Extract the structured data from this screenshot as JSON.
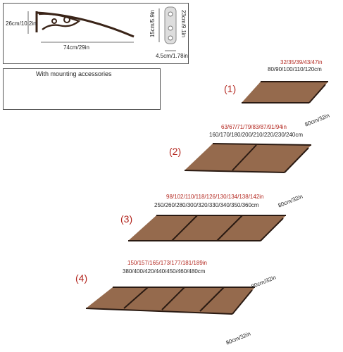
{
  "spec": {
    "height_label": "26cm/10.2in",
    "length_label": "74cm/29in",
    "plate_height_label": "15cm/5.9in",
    "plate_total_label": "23cm/9.1in",
    "plate_width_label": "4.5cm/1.78in"
  },
  "accessories": {
    "title": "With mounting accessories"
  },
  "variants": [
    {
      "num": "(1)",
      "inches": "32/35/39/43/47in",
      "cm": "80/90/100/110/120cm",
      "depth": "80cm/32in",
      "panels": 1
    },
    {
      "num": "(2)",
      "inches": "63/67/71/79/83/87/91/94in",
      "cm": "160/170/180/200/210/220/230/240cm",
      "depth": "80cm/32in",
      "panels": 2
    },
    {
      "num": "(3)",
      "inches": "98/102/110/118/126/130/134/138/142in",
      "cm": "250/260/280/300/320/330/340/350/360cm",
      "depth": "80cm/32in",
      "panels": 3
    },
    {
      "num": "(4)",
      "inches": "150/157/165/173/177/181/189in",
      "cm": "380/400/420/440/450/460/480cm",
      "depth": "80cm/32in",
      "panels": 4
    }
  ],
  "colors": {
    "canopy": "#8a5a3a",
    "frame": "#2a1a12",
    "accent_text": "#b3261e"
  }
}
